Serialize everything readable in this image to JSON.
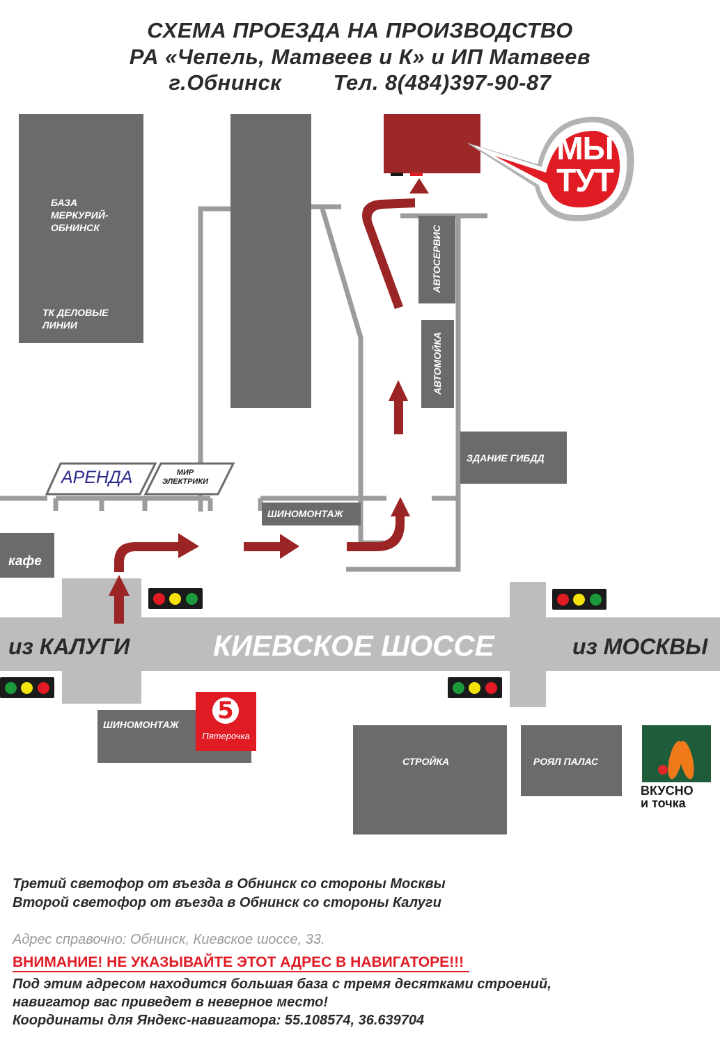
{
  "header": {
    "line1": "СХЕМА ПРОЕЗДА НА ПРОИЗВОДСТВО",
    "line2": "РА «Чепель, Матвеев и К» и ИП Матвеев",
    "line3_city": "г.Обнинск",
    "line3_phone": "Тел. 8(484)397-90-87"
  },
  "callout": {
    "line1": "МЫ",
    "line2": "ТУТ"
  },
  "buildings": {
    "baza_line1": "БАЗА",
    "baza_line2": "МЕРКУРИЙ-",
    "baza_line3": "ОБНИНСК",
    "tk_line1": "ТК ДЕЛОВЫЕ",
    "tk_line2": "ЛИНИИ",
    "autoservice": "АВТОСЕРВИС",
    "carwash": "АВТОМОЙКА",
    "gibdd": "ЗДАНИЕ ГИБДД",
    "tire_north": "ШИНОМОНТАЖ",
    "cafe": "кафе",
    "tire_south": "ШИНОМОНТАЖ",
    "construction": "СТРОЙКА",
    "royal": "РОЯЛ ПАЛАС"
  },
  "signs": {
    "arenda": "АРЕНДА",
    "mir_line1": "МИР",
    "mir_line2": "ЭЛЕКТРИКИ"
  },
  "roads": {
    "main": "КИЕВСКОЕ ШОССЕ",
    "from_kaluga": "из КАЛУГИ",
    "from_moscow": "из МОСКВЫ"
  },
  "logos": {
    "pyaterochka_digit": "5",
    "pyaterochka_name": "Пятерочка",
    "vkusno_line1": "ВКУСНО",
    "vkusno_line2": "и точка"
  },
  "notes": {
    "line1": "Третий светофор от въезда в Обнинск со стороны Москвы",
    "line2": "Второй светофор от въезда в Обнинск со стороны Калуги",
    "address": "Адрес справочно: Обнинск, Киевское шоссе, 33.",
    "warning": "ВНИМАНИЕ! НЕ УКАЗЫВАЙТЕ ЭТОТ АДРЕС В НАВИГАТОРЕ!!!",
    "explain1": "Под этим адресом находится большая база с тремя десятками строений,",
    "explain2": "навигатор вас приведет в неверное место!",
    "coords": "Координаты для Яндекс-навигатора: 55.108574, 36.639704"
  },
  "colors": {
    "building": "#6b6b6b",
    "road": "#bdbdbd",
    "route": "#9b2424",
    "target": "#9e2828",
    "callout": "#e01b24",
    "warning": "#e01b24"
  }
}
